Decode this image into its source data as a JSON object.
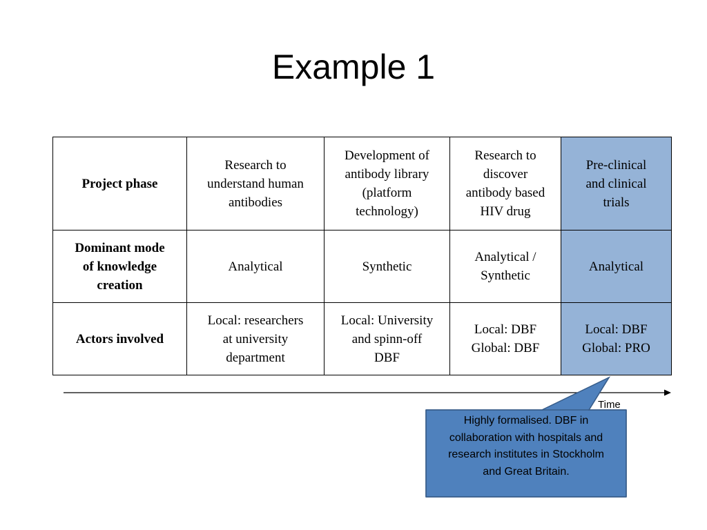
{
  "slide": {
    "title": "Example 1"
  },
  "table": {
    "rows": [
      {
        "header": [
          "Project phase"
        ],
        "cells": [
          [
            "Research to",
            "understand human",
            "antibodies"
          ],
          [
            "Development of",
            "antibody library",
            "(platform",
            "technology)"
          ],
          [
            "Research to",
            "discover",
            "antibody based",
            "HIV drug"
          ],
          [
            "Pre-clinical",
            "and clinical",
            "trials"
          ]
        ]
      },
      {
        "header": [
          "Dominant mode",
          "of knowledge",
          "creation"
        ],
        "cells": [
          [
            "Analytical"
          ],
          [
            "Synthetic"
          ],
          [
            "Analytical /",
            "Synthetic"
          ],
          [
            "Analytical"
          ]
        ]
      },
      {
        "header": [
          "Actors involved"
        ],
        "cells": [
          [
            "Local: researchers",
            "at university",
            "department"
          ],
          [
            "Local: University",
            "and spinn-off",
            "DBF"
          ],
          [
            "Local: DBF",
            "Global: DBF"
          ],
          [
            "Local: DBF",
            "Global: PRO"
          ]
        ]
      }
    ],
    "highlight_color": "#95b3d7"
  },
  "timeline": {
    "label": "Time"
  },
  "callout": {
    "lines": [
      "Highly formalised. DBF in",
      "collaboration with hospitals and",
      "research institutes in Stockholm",
      "and Great Britain."
    ],
    "fill_color": "#4f81bd",
    "border_color": "#385d8a"
  }
}
